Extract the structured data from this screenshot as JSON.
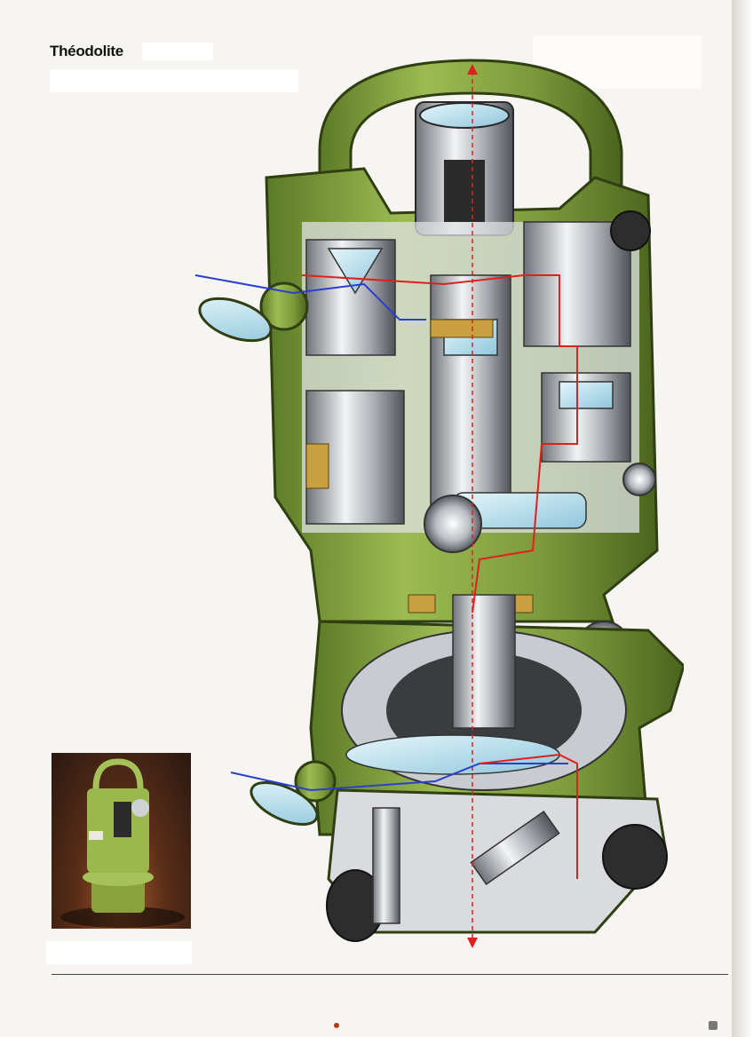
{
  "page": {
    "title": "Théodolite"
  },
  "colors": {
    "body": "#7d9a3c",
    "body_dark": "#4f6a22",
    "body_light": "#a6c05a",
    "metal": "#c9ccd0",
    "glass": "#bfe3ef",
    "light_path_red": "#e0201c",
    "light_path_blue": "#2a3fd0",
    "brass": "#c9a040",
    "photo_bg": "#5a2e18",
    "rule": "#444444",
    "page_bg": "#f7f5f1"
  },
  "illustration": {
    "subject": "theodolite-cutaway-drawing"
  },
  "photo": {
    "subject": "theodolite-product-photo"
  }
}
